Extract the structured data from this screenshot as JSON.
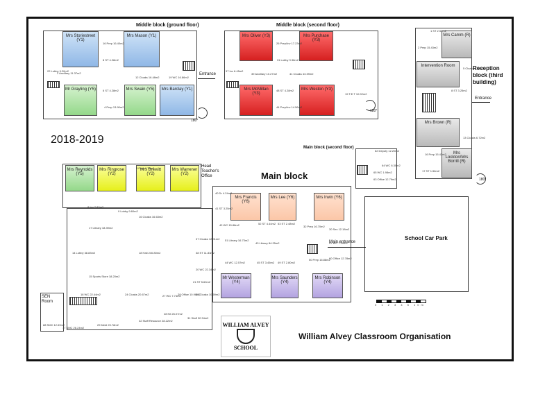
{
  "headings": {
    "middle_ground": "Middle block (ground floor)",
    "middle_second": "Middle block (second floor)",
    "reception": "Reception block (third building)",
    "year": "2018-2019",
    "main_second": "Main block (second floor)",
    "main_block": "Main block",
    "car_park": "School Car Park",
    "title": "William Alvey Classroom Organisation"
  },
  "annotations": {
    "entrance_mid": "Entrance",
    "entrance_rec": "Entrance",
    "main_entrance": "Main entrance",
    "head_office": "Head Teacher's Office",
    "sen_room": "SEN Room",
    "deg_mid": "180°",
    "deg_mid2": "180°",
    "deg_rec": "180°",
    "scale_label": "0 1 2 3 4 5 10m"
  },
  "logo": {
    "top": "WILLIAM ALVEY",
    "bottom": "SCHOOL"
  },
  "rooms": {
    "storiestreet": "Mrs Storiestreet (Y1)",
    "mason": "Mrs Mason (Y1)",
    "grayling": "Mr Grayling (Y5)",
    "swain": "Mrs Swain (Y5)",
    "barclay": "Mrs Barclay (Y1)",
    "oliver": "Mrs Oliver (Y3)",
    "purchase": "Mrs Purchase (Y3)",
    "mcmillan": "Mrs McMillan (Y3)",
    "weston": "Mrs Weston (Y3)",
    "camm": "Mrs Camm (R)",
    "intervention": "Intervention Room",
    "brown": "Mrs Brown (R)",
    "lockton": "Mrs Lockton/Mrs Borrill (R)",
    "reynolds": "Mrs Reynolds (Y5)",
    "ringrose": "Mrs Ringrose (Y2)",
    "brewitt": "Mrs Brewitt (Y2)",
    "warrener": "Mrs Warrener (Y2)",
    "francis": "Mrs Francis (Y6)",
    "lee": "Mrs Lee (Y6)",
    "irwin": "Mrs Irwin (Y6)",
    "westerman": "Mr Westerman (Y4)",
    "saunders": "Mrs Saunders (Y4)",
    "robinson": "Mrs Robinson (Y4)"
  },
  "small_labels": [
    "16 Prep 16.40m2",
    "8 ST 4.28m2",
    "2 Ancillary 11.37m2",
    "22 Lobby 9.20m2",
    "12 Cloaks 16.48m2",
    "19 WC 16.86m2",
    "6 ST 4.28m2",
    "4 Prep 13.90m2",
    "26 Prep/Inv 17.23m2",
    "31 Lobby 9.36m2",
    "41 Cloaks 43.39m2",
    "19 T.E.T 10.92m2",
    "37 Inv 6.45m2",
    "39 Ancillary 10.27m2",
    "44 Prep/Inv 14.56m2",
    "48 ST 4.28m2",
    "1 ST 2.51m2",
    "2 Prep 15.43m2",
    "5 Cloaks 8.72m2",
    "8 ST 3.25m2",
    "13 Cloaks 6.72m2",
    "16 Prep 15.43m2",
    "17 ST 1.56m2",
    "62 Deputy 12.20m2",
    "63 Office 12.79m2",
    "65 WC 1.98m2",
    "64 WC 6.30m2",
    "3 Prep 9.78m2",
    "8 Inv 7.82m2",
    "9 Lobby 9.60m2",
    "16 Cloaks 16.63m2",
    "40 Dr 4.24m2",
    "41 ST 3.25m2",
    "42 WC 15.88m2",
    "52 ST 4.44m2",
    "53 ST 2.48m2",
    "32 Prep 16.70m2",
    "30 Sec 12.18m2",
    "57 WC 7.20m2",
    "51 Library 16.73m2",
    "43 Library 84.25m2",
    "44 WC 12.57m2",
    "45 ST 3.45m2",
    "49 ST 2.80m2",
    "50 Prep 16.88m2",
    "60 Office 12.78m2",
    "17 Library 18.39m2",
    "14 Lobby 38.83m2",
    "18 Hall 240.80m2",
    "15 Sports Store 18.20m2",
    "37 Cloaks 12.01m2",
    "38 ST 11.83m2",
    "20 WC 22.34m2",
    "21 ST 5.60m2",
    "24 Cloaks 20.67m2",
    "27 WC 7.74m2",
    "28 Office 10.96m2",
    "28 Kit 26.07m2",
    "31 Staff 32.34m2",
    "33 Cloaks 10.69m2",
    "88 SMC 12.69m2",
    "17 SMC 26.24m2",
    "29 Medi 20.78m2",
    "32 Staff Resource 28.22m2",
    "18 WC 22.44m2"
  ]
}
